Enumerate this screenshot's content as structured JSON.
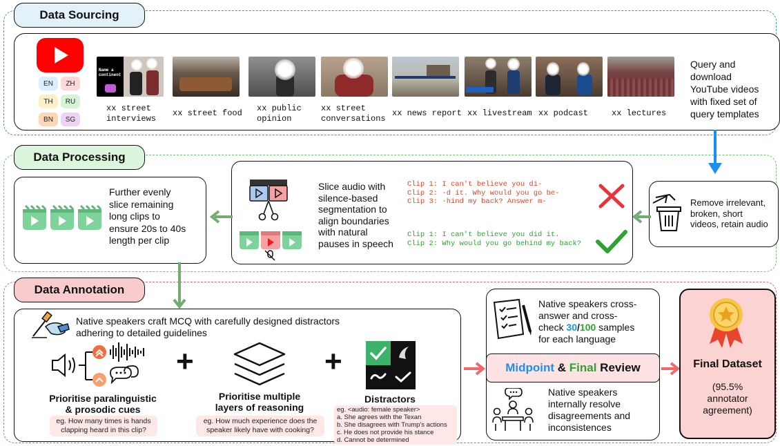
{
  "sections": {
    "sourcing": {
      "label": "Data Sourcing"
    },
    "processing": {
      "label": "Data Processing"
    },
    "annotation": {
      "label": "Data Annotation"
    }
  },
  "colors": {
    "sourcing_frame": "#3a8fd8",
    "processing_frame": "#6fbf73",
    "annotation_frame": "#e06464",
    "sourcing_pill": "#e3f1fb",
    "processing_pill": "#dcf5dd",
    "annotation_pill": "#f8cccc",
    "blue_arrow": "#1d8ff0",
    "green_arrow": "#6fae6f",
    "red_arrow": "#ee6a6a",
    "error_text": "#e8431e",
    "ok_text": "#2ea332",
    "final_box": "#fbd3d3"
  },
  "sourcing": {
    "languages": [
      "EN",
      "ZH",
      "TH",
      "RU",
      "BN",
      "SG"
    ],
    "captions": [
      [
        "xx street",
        "interviews"
      ],
      [
        "xx street food"
      ],
      [
        "xx public",
        "opinion"
      ],
      [
        "xx street",
        "conversations"
      ],
      [
        "xx news report"
      ],
      [
        "xx livestream"
      ],
      [
        "xx podcast"
      ],
      [
        "xx lectures"
      ]
    ],
    "thumb1_text": [
      "Name a",
      "continent"
    ],
    "description": [
      "Query and",
      "download",
      "YouTube videos",
      "with fixed set of",
      "query templates"
    ]
  },
  "processing": {
    "remove": [
      "Remove irrelevant,",
      "broken, short",
      "videos, retain audio"
    ],
    "slice": [
      "Slice audio with",
      "silence-based",
      "segmentation to",
      "align boundaries",
      "with natural",
      "pauses in speech"
    ],
    "bad_clips": [
      "Clip 1: I can't believe you di-",
      "Clip 2: -d it. Why would you go be-",
      "Clip 3: -hind my back? Answer m-"
    ],
    "good_clips": [
      "Clip 1: I can't believe you did it.",
      "Clip 2: Why would you go behind my back?"
    ],
    "further": [
      "Further evenly",
      "slice remaining",
      "long clips to",
      "ensure 20s to 40s",
      "length per clip"
    ]
  },
  "annotation": {
    "intro": [
      "Native speakers craft MCQ with carefully designed distractors",
      "adhering to detailed guidelines"
    ],
    "paralinguistic": {
      "title": [
        "Prioritise paralinguistic",
        "& prosodic cues"
      ],
      "eg": [
        "eg. How many times is hands",
        "clapping heard in this clip?"
      ]
    },
    "reasoning": {
      "title": [
        "Prioritise multiple",
        "layers of reasoning"
      ],
      "eg": [
        "eg. How much experience does the",
        "speaker likely have with cooking?"
      ]
    },
    "distractors": {
      "title": "Distractors",
      "eg": [
        "eg. <audio: female speaker>",
        "a. She agrees with the Texan",
        "b. She disagrees with Trump's actions",
        "c. He does not provide his stance",
        "d. Cannot be determined"
      ]
    },
    "plus": "+",
    "cross_check": {
      "line1": "Native speakers cross-",
      "line2": "answer and cross-",
      "line3_pre": "check ",
      "num_a": "30",
      "slash": "/",
      "num_b": "100",
      "line3_post": " samples",
      "line4": "for each language"
    },
    "review": {
      "midpoint": "Midpoint",
      "amp": " & ",
      "final": "Final",
      "review": " Review"
    },
    "resolve": [
      "Native speakers",
      "internally resolve",
      "disagreements and",
      "inconsistences"
    ],
    "final_dataset": {
      "title": "Final Dataset",
      "agreement": [
        "(95.5%",
        "annotator",
        "agreement)"
      ]
    }
  }
}
